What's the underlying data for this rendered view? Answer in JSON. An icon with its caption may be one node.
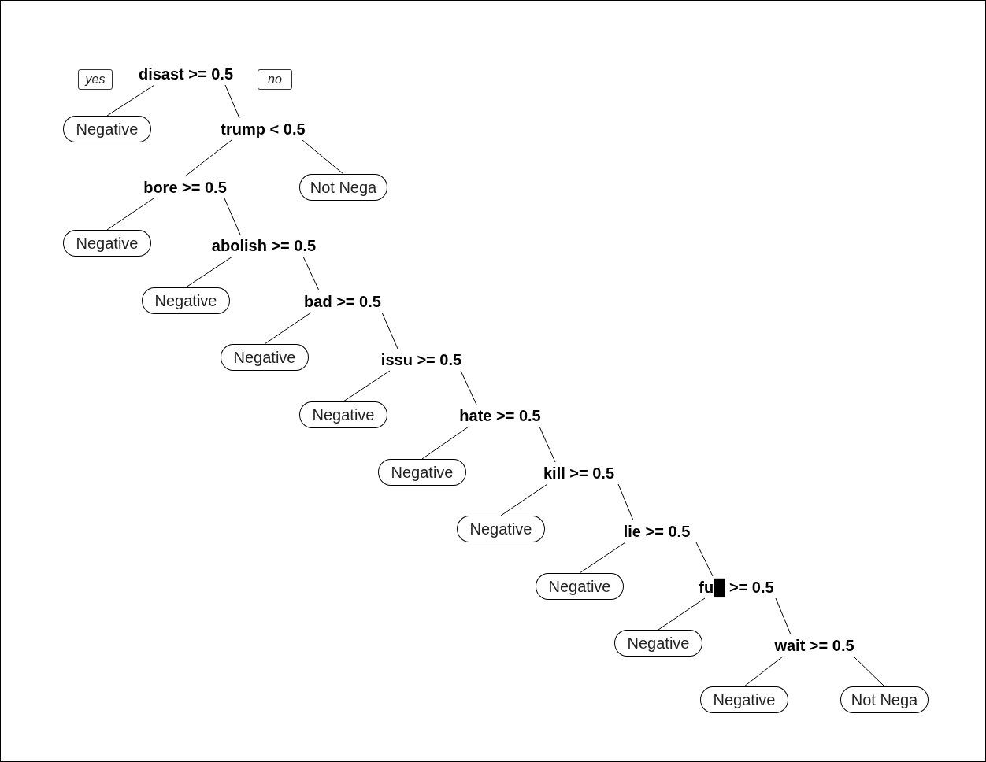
{
  "diagram": {
    "nodes": [
      {
        "text": [
          "yes"
        ]
      },
      {
        "text": [
          "disast >= 0.5"
        ]
      },
      {
        "text": [
          "no"
        ]
      },
      {
        "text": [
          "Negative"
        ]
      },
      {
        "text": [
          "trump < 0.5"
        ]
      },
      {
        "text": [
          "bore >= 0.5"
        ]
      },
      {
        "text": [
          "Not Nega"
        ]
      },
      {
        "text": [
          "Negative"
        ]
      },
      {
        "text": [
          "abolish >= 0.5"
        ]
      },
      {
        "text": [
          "Negative"
        ]
      },
      {
        "text": [
          "bad >= 0.5"
        ]
      },
      {
        "text": [
          "Negative"
        ]
      },
      {
        "text": [
          "issu >= 0.5"
        ]
      },
      {
        "text": [
          "Negative"
        ]
      },
      {
        "text": [
          "hate >= 0.5"
        ]
      },
      {
        "text": [
          "Negative"
        ]
      },
      {
        "text": [
          "kill >= 0.5"
        ]
      },
      {
        "text": [
          "Negative"
        ]
      },
      {
        "text": [
          "lie >= 0.5"
        ]
      },
      {
        "text": [
          "Negative"
        ]
      },
      {
        "text": [
          "fu█ >= 0.5"
        ]
      },
      {
        "text": [
          "Negative"
        ]
      },
      {
        "text": [
          "wait >= 0.5"
        ]
      },
      {
        "text": [
          "Negative"
        ]
      },
      {
        "text": [
          "Not Nega"
        ]
      }
    ],
    "edges": [
      {
        "from": 1,
        "to": 3,
        "arrow": "none"
      },
      {
        "from": 1,
        "to": 4,
        "arrow": "none"
      },
      {
        "from": 4,
        "to": 5,
        "arrow": "none"
      },
      {
        "from": 4,
        "to": 6,
        "arrow": "none"
      },
      {
        "from": 5,
        "to": 7,
        "arrow": "none"
      },
      {
        "from": 5,
        "to": 8,
        "arrow": "none"
      },
      {
        "from": 8,
        "to": 9,
        "arrow": "none"
      },
      {
        "from": 8,
        "to": 10,
        "arrow": "none"
      },
      {
        "from": 10,
        "to": 11,
        "arrow": "none"
      },
      {
        "from": 10,
        "to": 12,
        "arrow": "none"
      },
      {
        "from": 12,
        "to": 13,
        "arrow": "none"
      },
      {
        "from": 12,
        "to": 14,
        "arrow": "none"
      },
      {
        "from": 14,
        "to": 15,
        "arrow": "none"
      },
      {
        "from": 14,
        "to": 16,
        "arrow": "none"
      },
      {
        "from": 16,
        "to": 17,
        "arrow": "none"
      },
      {
        "from": 16,
        "to": 18,
        "arrow": "none"
      },
      {
        "from": 18,
        "to": 19,
        "arrow": "none"
      },
      {
        "from": 18,
        "to": 20,
        "arrow": "none"
      },
      {
        "from": 20,
        "to": 21,
        "arrow": "none"
      },
      {
        "from": 20,
        "to": 22,
        "arrow": "none"
      },
      {
        "from": 22,
        "to": 23,
        "arrow": "none"
      },
      {
        "from": 22,
        "to": 24,
        "arrow": "none"
      }
    ]
  }
}
